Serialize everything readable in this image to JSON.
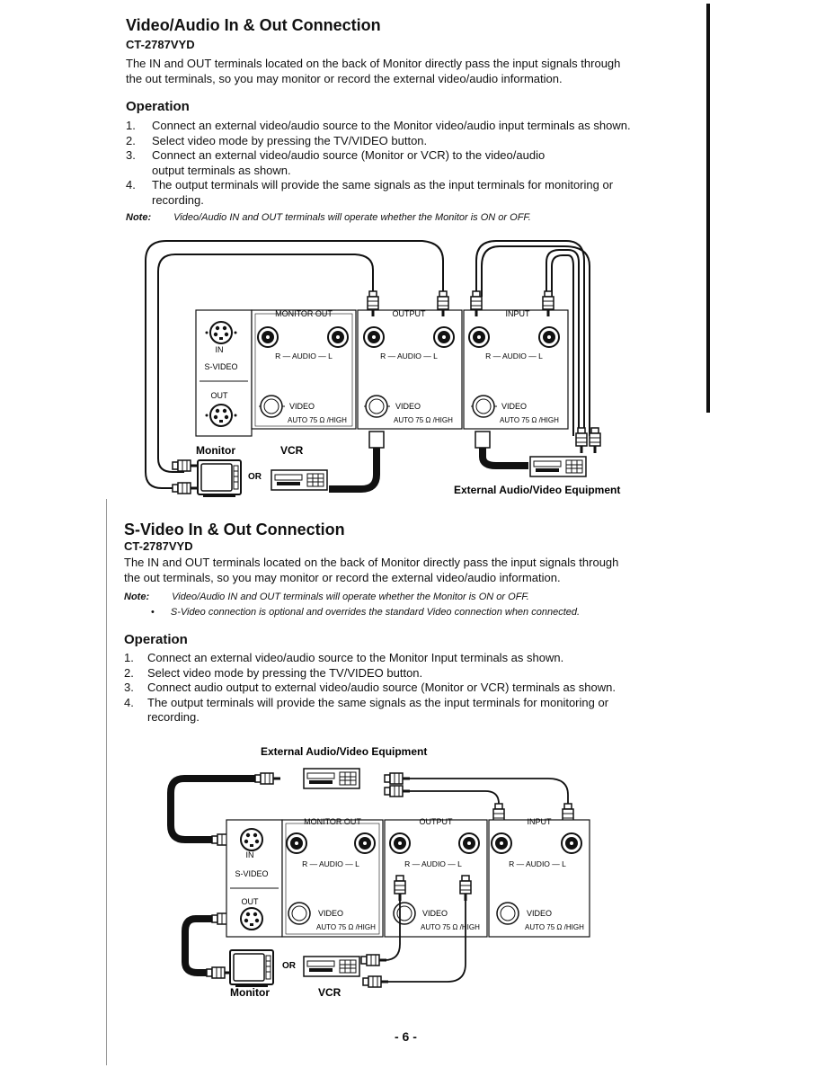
{
  "section1": {
    "title": "Video/Audio In & Out Connection",
    "model": "CT-2787VYD",
    "intro_lines": [
      "The IN and OUT terminals located on the back of Monitor directly pass the input signals through",
      "the out terminals, so you may monitor or record the external video/audio information."
    ],
    "operation_heading": "Operation",
    "steps": [
      {
        "num": "1.",
        "lines": [
          "Connect an external video/audio source to the Monitor video/audio input terminals as shown."
        ]
      },
      {
        "num": "2.",
        "lines": [
          "Select video mode by pressing the TV/VIDEO button."
        ]
      },
      {
        "num": "3.",
        "lines": [
          "Connect an external video/audio source (Monitor or VCR) to the video/audio",
          "output terminals as shown."
        ]
      },
      {
        "num": "4.",
        "lines": [
          "The output terminals will provide the same signals as the input terminals for monitoring or",
          "recording."
        ]
      }
    ],
    "note_label": "Note:",
    "note_text": "Video/Audio IN and OUT terminals will operate whether the Monitor is ON or OFF."
  },
  "diagram1": {
    "panel_monitor_out": "MONITOR OUT",
    "panel_output": "OUTPUT",
    "panel_input": "INPUT",
    "audio_label": "R — AUDIO — L",
    "video_label": "VIDEO",
    "auto_label": "AUTO 75 Ω /HIGH",
    "in_label": "IN",
    "svideo_label": "S-VIDEO",
    "out_label": "OUT",
    "or_label": "OR",
    "monitor_label": "Monitor",
    "vcr_label": "VCR",
    "external_label": "External Audio/Video Equipment"
  },
  "section2": {
    "title": "S-Video In & Out Connection",
    "model": "CT-2787VYD",
    "intro_lines": [
      "The IN and OUT terminals located on the back of Monitor directly pass the input signals through",
      "the out terminals, so you may monitor or record the external video/audio information."
    ],
    "note_label": "Note:",
    "note_text": "Video/Audio IN and OUT terminals will operate whether the Monitor is ON or OFF.",
    "bullet_text": "S-Video connection is optional and overrides the standard Video connection when connected.",
    "operation_heading": "Operation",
    "steps": [
      {
        "num": "1.",
        "lines": [
          "Connect an external video/audio source to the Monitor Input terminals as shown."
        ]
      },
      {
        "num": "2.",
        "lines": [
          "Select video mode by pressing the TV/VIDEO button."
        ]
      },
      {
        "num": "3.",
        "lines": [
          "Connect audio output to external video/audio source (Monitor or VCR) terminals as shown."
        ]
      },
      {
        "num": "4.",
        "lines": [
          "The output terminals will provide the same signals as the input terminals for monitoring or",
          "recording."
        ]
      }
    ]
  },
  "diagram2": {
    "external_label": "External Audio/Video Equipment",
    "panel_monitor_out": "MONITOR OUT",
    "panel_output": "OUTPUT",
    "panel_input": "INPUT",
    "audio_label": "R — AUDIO — L",
    "video_label": "VIDEO",
    "auto_label": "AUTO 75 Ω /HIGH",
    "in_label": "IN",
    "svideo_label": "S-VIDEO",
    "out_label": "OUT",
    "or_label": "OR",
    "monitor_label": "Monitor",
    "vcr_label": "VCR"
  },
  "page_number": "- 6 -"
}
